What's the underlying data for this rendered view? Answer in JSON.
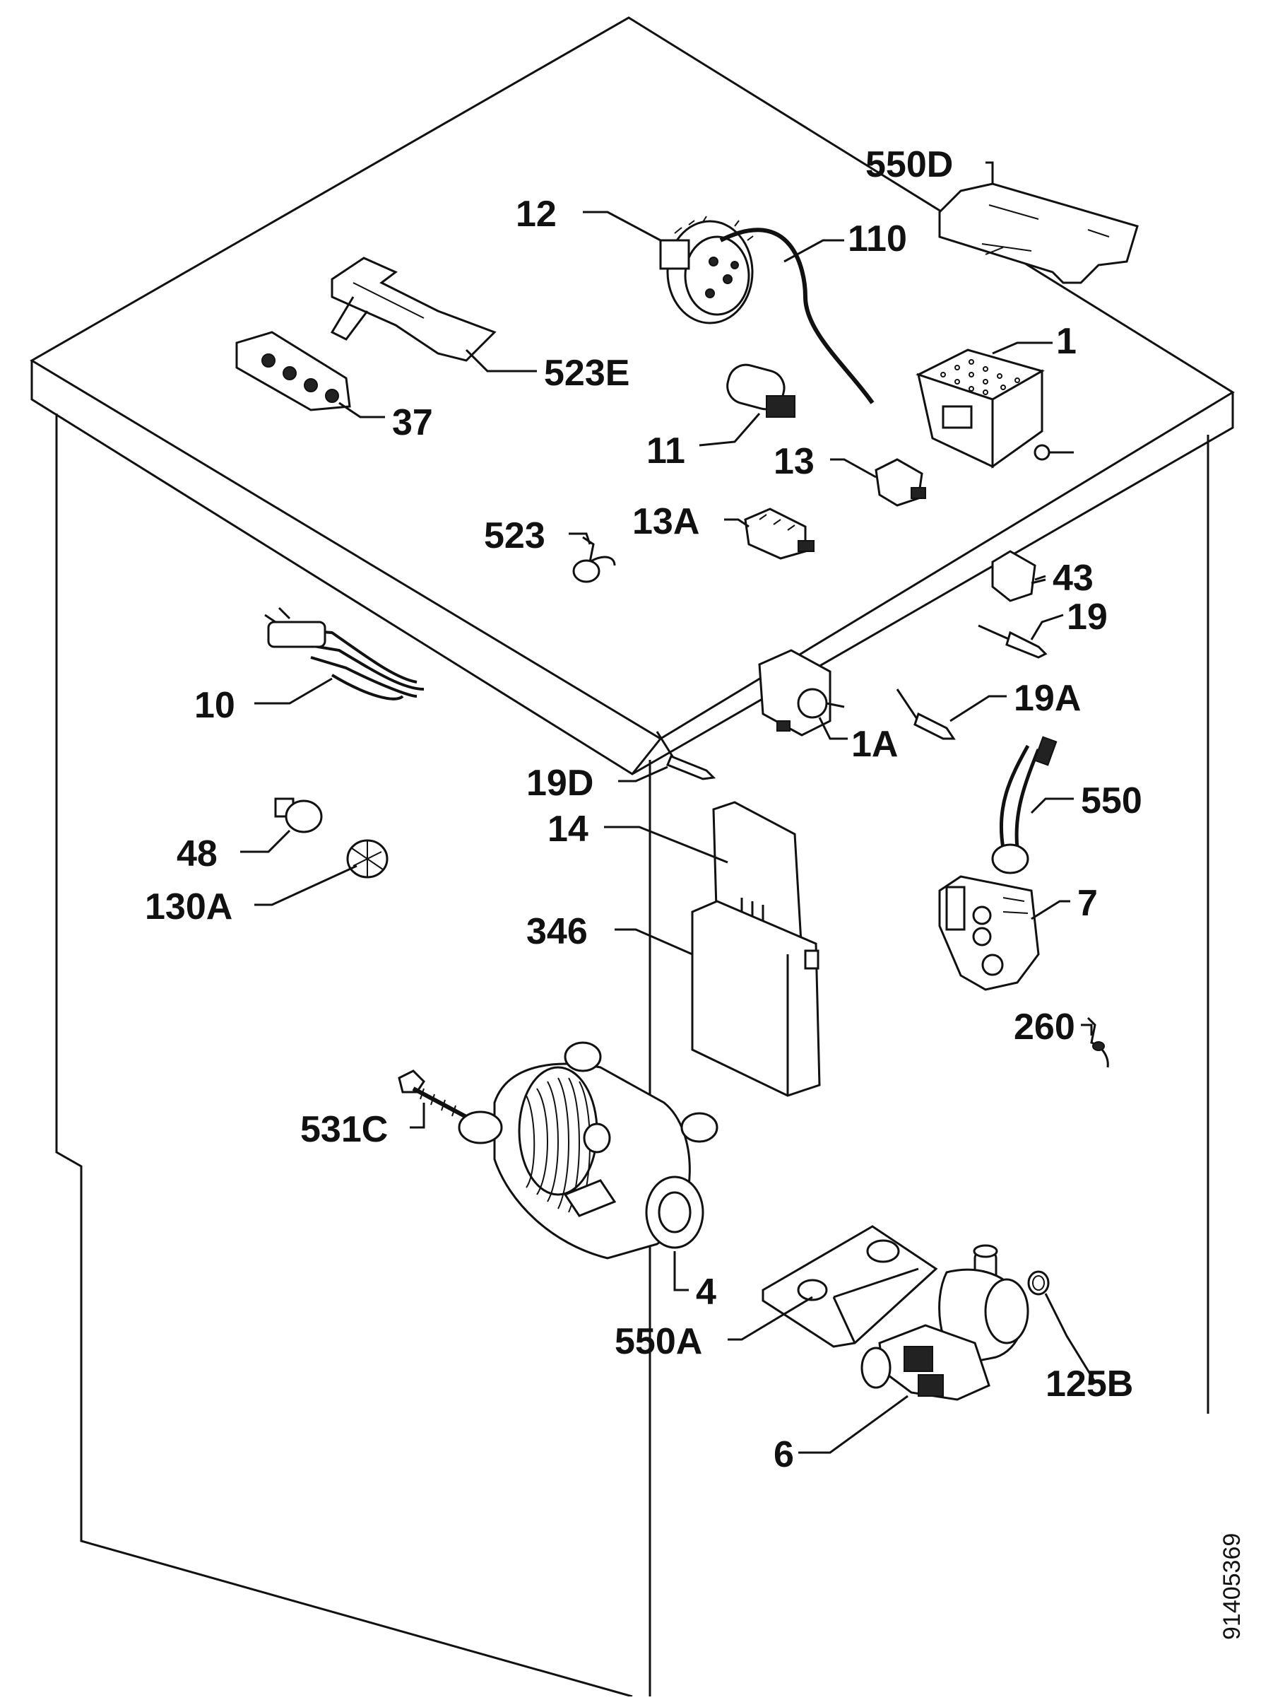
{
  "diagram": {
    "document_number": "91405369",
    "labels": {
      "p550D": "550D",
      "p12": "12",
      "p110": "110",
      "p1": "1",
      "p523E": "523E",
      "p37": "37",
      "p11": "11",
      "p13": "13",
      "p13A": "13A",
      "p523": "523",
      "p43": "43",
      "p19": "19",
      "p19A": "19A",
      "p10": "10",
      "p1A": "1A",
      "p19D": "19D",
      "p550": "550",
      "p14": "14",
      "p48": "48",
      "p130A": "130A",
      "p346": "346",
      "p7": "7",
      "p260": "260",
      "p531C": "531C",
      "p4": "4",
      "p550A": "550A",
      "p125B": "125B",
      "p6": "6"
    }
  }
}
